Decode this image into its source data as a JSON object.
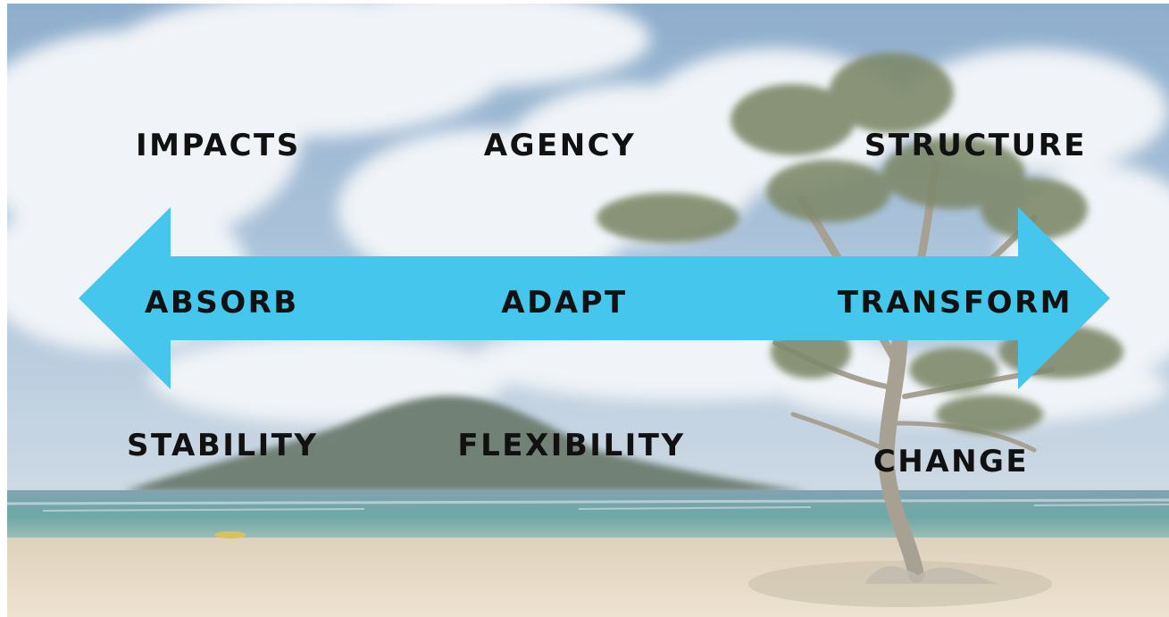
{
  "colors": {
    "sky": "#8fb0cf",
    "cloud": "#eef2f6",
    "arrow": "#45c6ec",
    "text": "#111111",
    "sand": "#e2d4bd",
    "sea": "#5f9aa0",
    "island": "#5e6f64",
    "tree": "#6d7a56"
  },
  "top_row": {
    "left": "IMPACTS",
    "middle": "AGENCY",
    "right": "STRUCTURE"
  },
  "arrow_row": {
    "left": "ABSORB",
    "middle": "ADAPT",
    "right": "TRANSFORM"
  },
  "bottom_row": {
    "left": "STABILITY",
    "middle": "FLEXIBILITY",
    "right": "CHANGE"
  }
}
